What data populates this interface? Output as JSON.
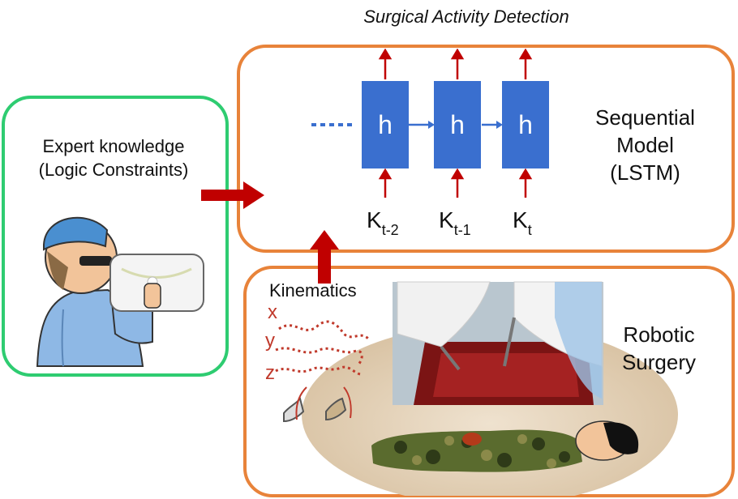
{
  "title": "Surgical Activity Detection",
  "expert": {
    "line1": "Expert knowledge",
    "line2": "(Logic Constraints)"
  },
  "model": {
    "cell_label": "h",
    "name_line1": "Sequential",
    "name_line2": "Model",
    "name_line3": "(LSTM)",
    "inputs": [
      {
        "base": "K",
        "sub": "t-2"
      },
      {
        "base": "K",
        "sub": "t-1"
      },
      {
        "base": "K",
        "sub": "t"
      }
    ]
  },
  "robotic": {
    "line1": "Robotic",
    "line2": "Surgery",
    "kinematics": "Kinematics"
  },
  "axes": [
    "x",
    "y",
    "z"
  ],
  "colors": {
    "green": "#2ecc71",
    "orange": "#e8833a",
    "blue": "#3a6fcf",
    "red": "#c00000"
  }
}
